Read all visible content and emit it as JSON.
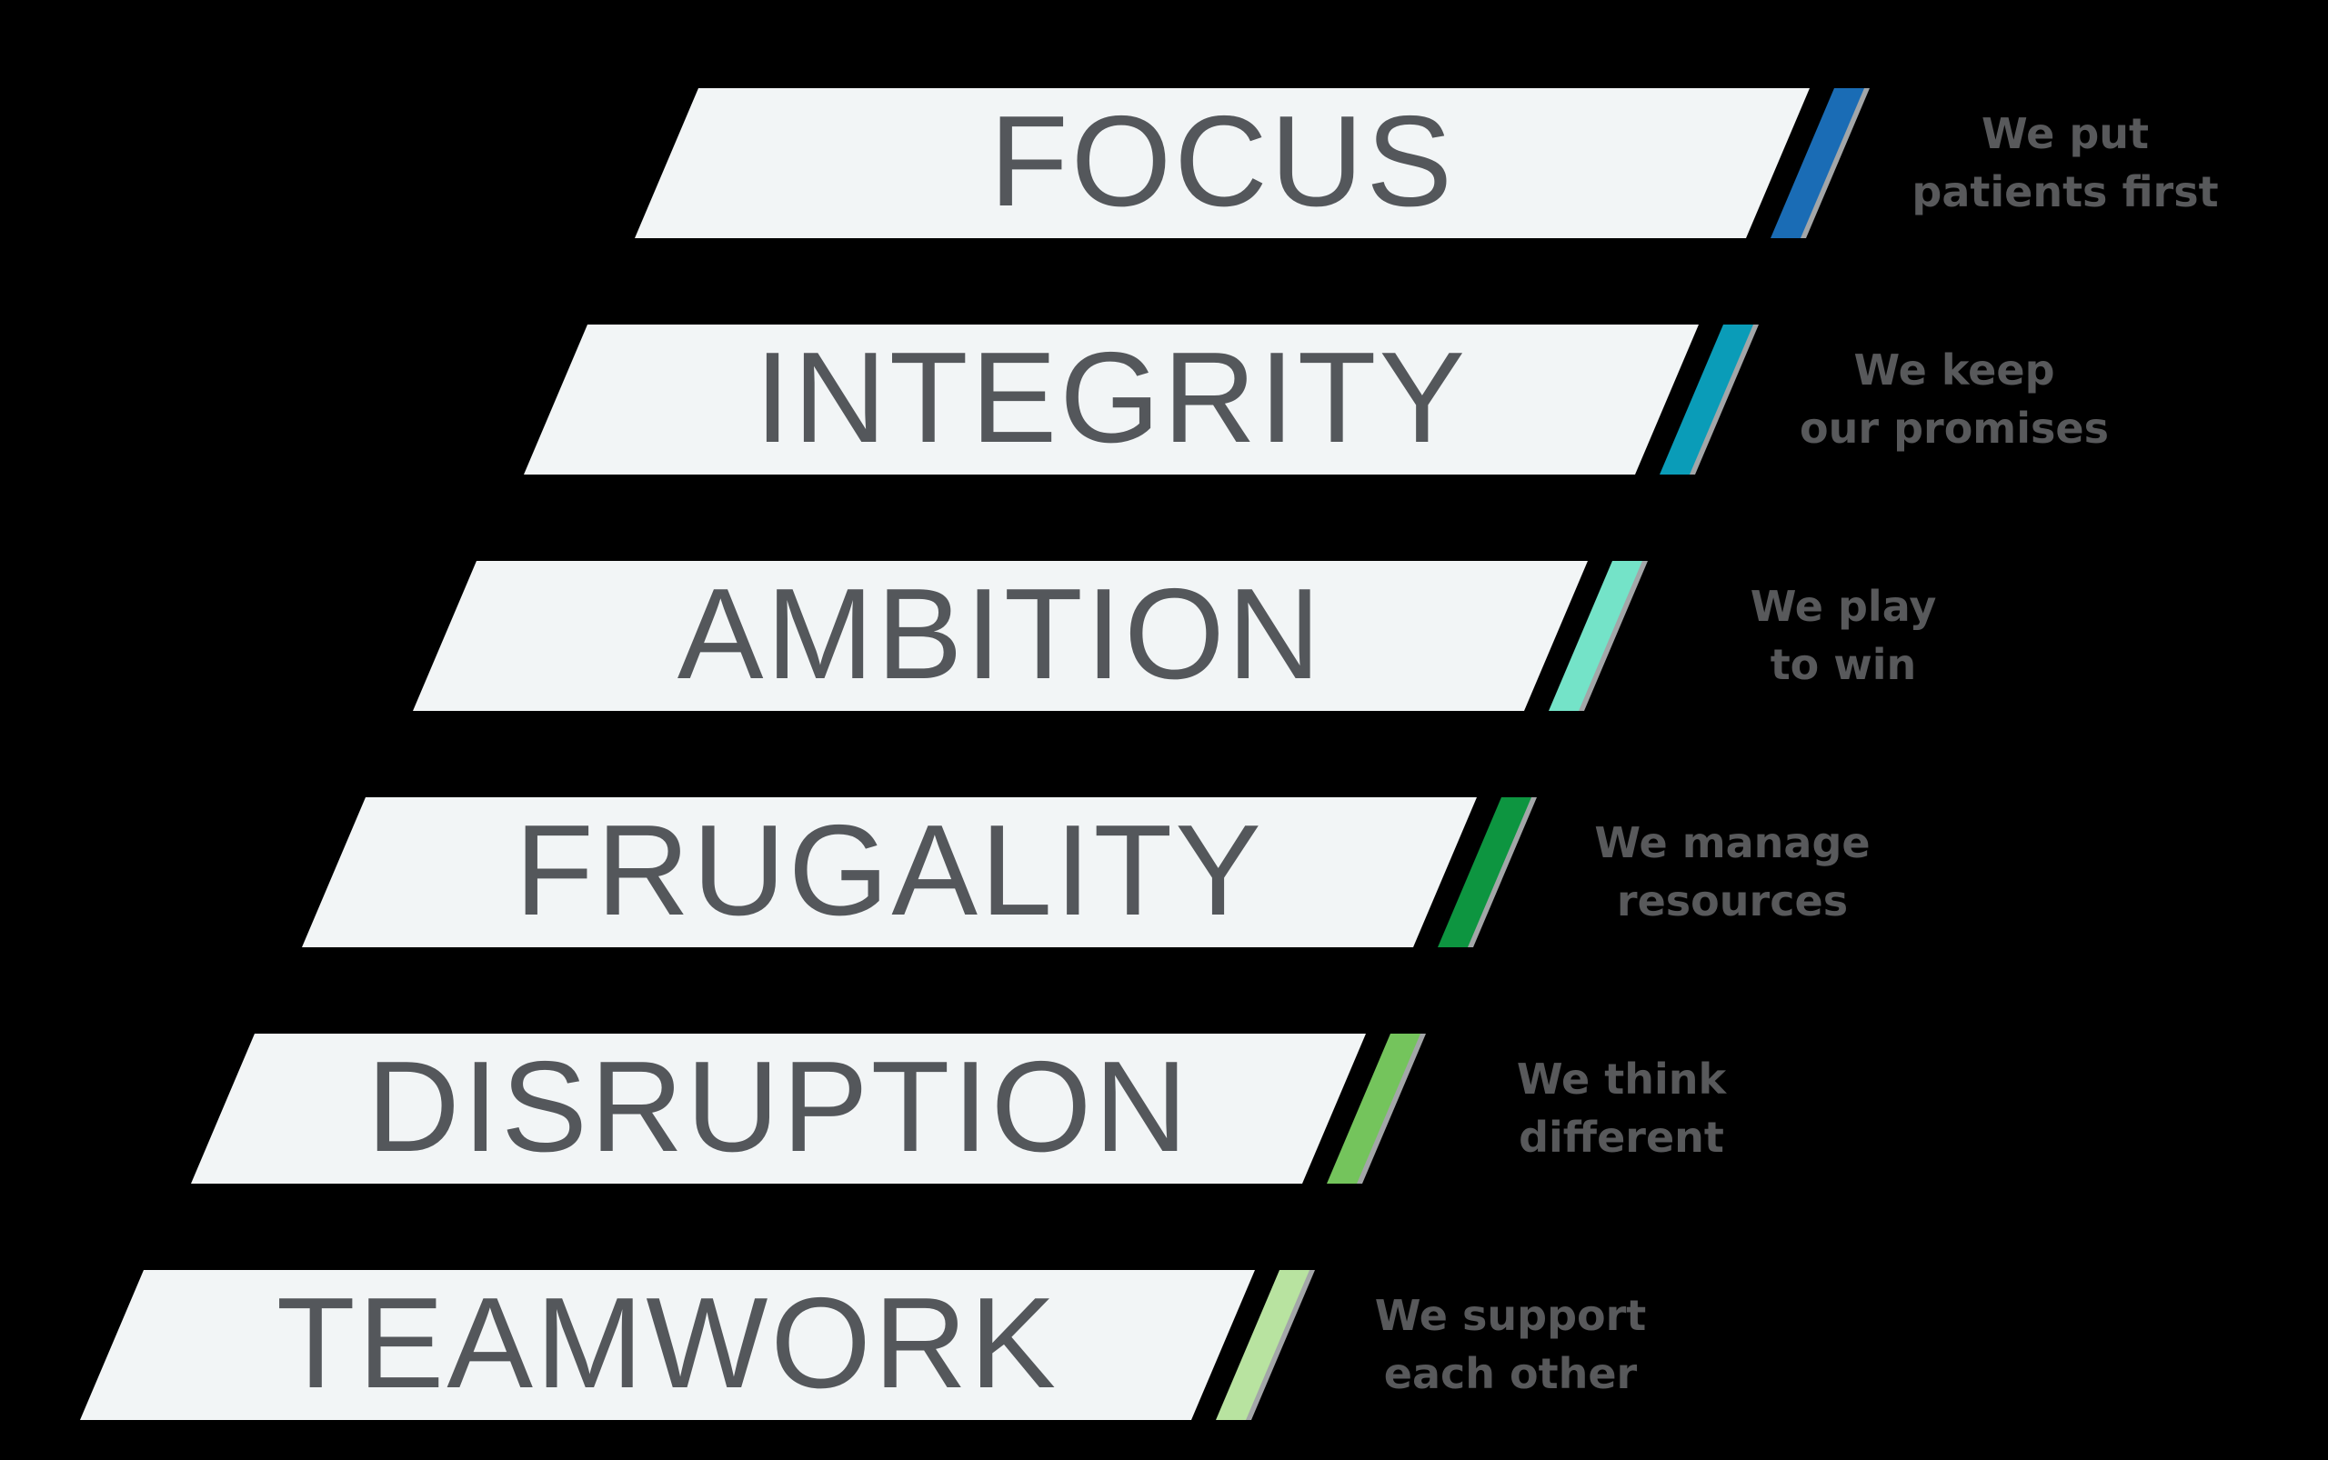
{
  "background_color": "#000000",
  "bar_fill_color": "#f2f5f6",
  "word_color": "#54575b",
  "caption_color": "#58595b",
  "stripe_shadow_color": "#a3a6a8",
  "rows": [
    {
      "label": "FOCUS",
      "caption_line1": "We put",
      "caption_line2": "patients first",
      "accent_color": "#1a6cb5"
    },
    {
      "label": "INTEGRITY",
      "caption_line1": "We keep",
      "caption_line2": "our promises",
      "accent_color": "#0a9cb8"
    },
    {
      "label": "AMBITION",
      "caption_line1": "We play",
      "caption_line2": "to win",
      "accent_color": "#74e3c8"
    },
    {
      "label": "FRUGALITY",
      "caption_line1": "We manage",
      "caption_line2": "resources",
      "accent_color": "#0d9540"
    },
    {
      "label": "DISRUPTION",
      "caption_line1": "We think",
      "caption_line2": "different",
      "accent_color": "#74c45c"
    },
    {
      "label": "TEAMWORK",
      "caption_line1": "We support",
      "caption_line2": "each other",
      "accent_color": "#b8e3a0"
    }
  ]
}
